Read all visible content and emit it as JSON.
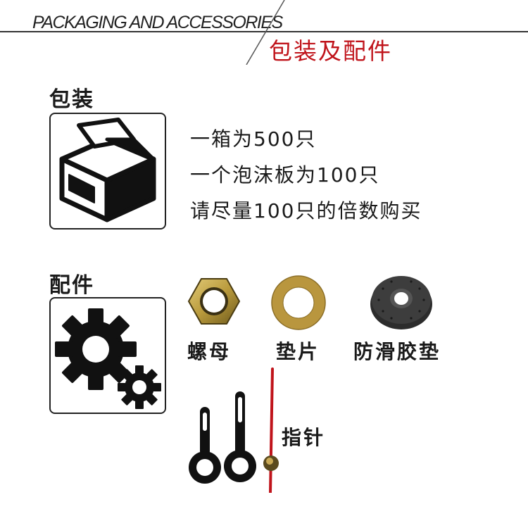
{
  "header": {
    "title_en": "PACKAGING AND ACCESSORIES",
    "title_cn": "包装及配件"
  },
  "packaging": {
    "title": "包装",
    "icon": "box-icon",
    "lines": [
      "一箱为500只",
      "一个泡沫板为100只",
      "请尽量100只的倍数购买"
    ]
  },
  "accessories": {
    "title": "配件",
    "icon": "gears-icon",
    "items": [
      {
        "label": "螺母",
        "icon": "hex-nut-icon"
      },
      {
        "label": "垫片",
        "icon": "washer-icon"
      },
      {
        "label": "防滑胶垫",
        "icon": "rubber-pad-icon"
      },
      {
        "label": "指针",
        "icon": "clock-hands-icon"
      }
    ]
  },
  "colors": {
    "accent_red": "#c0141b",
    "brass": "#b99a3c",
    "black": "#111111"
  }
}
